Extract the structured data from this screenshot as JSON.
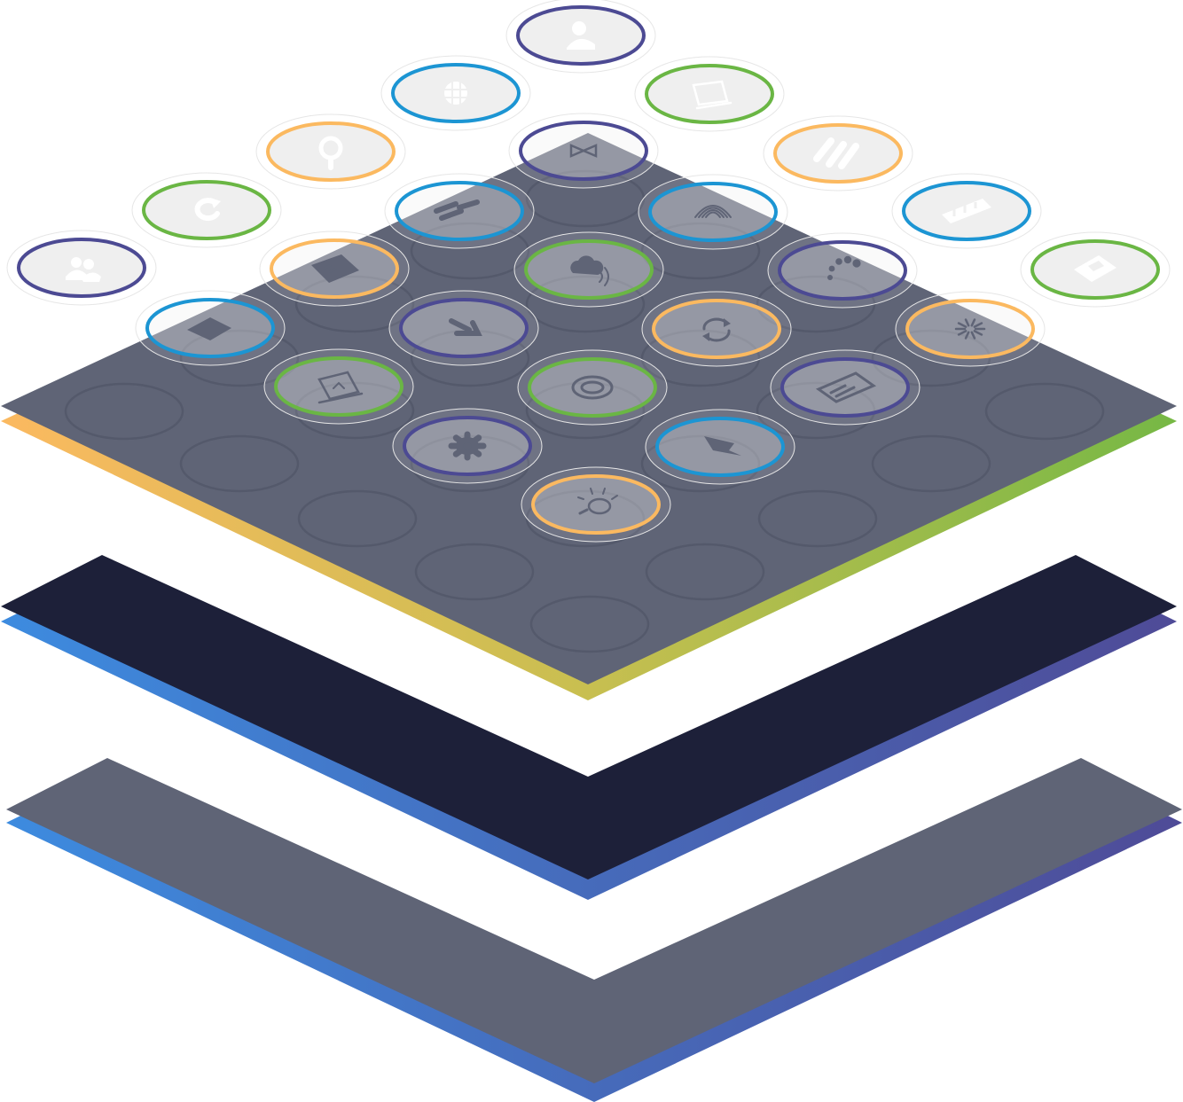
{
  "colors": {
    "plate": "#5f6476",
    "plate_dark": "#1d2039",
    "edge_orange": "#fbb960",
    "edge_green": "#76b845",
    "edge_olive": "#c8bf50",
    "edge_blue": "#3d8bdf",
    "edge_purple": "#4f4b97",
    "chip_fill": "#efefef",
    "chip_icon": "#ffffff",
    "ghost": "#54596b",
    "ring_purple": "#4c4a93",
    "ring_blue": "#1c95d3",
    "ring_green": "#6ab644",
    "ring_orange": "#fbb960"
  },
  "layers": [
    {
      "name": "icon-grid-plate",
      "fill": "plate",
      "edge_left": "edge_orange",
      "edge_right": "edge_green"
    },
    {
      "name": "middle-chevron-layer",
      "fill": "plate_dark",
      "edge_left": "edge_blue",
      "edge_right": "edge_purple"
    },
    {
      "name": "bottom-chevron-layer",
      "fill": "plate",
      "edge_left": "edge_blue",
      "edge_right": "edge_purple"
    }
  ],
  "chips": [
    {
      "icon": "user-icon",
      "ring": "purple",
      "over_plate": false
    },
    {
      "icon": "globe-icon",
      "ring": "blue",
      "over_plate": false
    },
    {
      "icon": "monitor-icon",
      "ring": "green",
      "over_plate": false
    },
    {
      "icon": "magnifier-icon",
      "ring": "orange",
      "over_plate": false
    },
    {
      "icon": "tie-icon",
      "ring": "purple",
      "over_plate": true
    },
    {
      "icon": "bars-icon",
      "ring": "orange",
      "over_plate": false
    },
    {
      "icon": "refresh-arrow-icon",
      "ring": "green",
      "over_plate": false
    },
    {
      "icon": "lines-icon",
      "ring": "blue",
      "over_plate": true
    },
    {
      "icon": "fingerprint-icon",
      "ring": "blue",
      "over_plate": true
    },
    {
      "icon": "chart-icon",
      "ring": "blue",
      "over_plate": false
    },
    {
      "icon": "users-icon",
      "ring": "purple",
      "over_plate": false
    },
    {
      "icon": "wallet-icon",
      "ring": "orange",
      "over_plate": true
    },
    {
      "icon": "cloud-wifi-icon",
      "ring": "green",
      "over_plate": true
    },
    {
      "icon": "loader-dots-icon",
      "ring": "purple",
      "over_plate": true
    },
    {
      "icon": "id-card-icon",
      "ring": "green",
      "over_plate": false
    },
    {
      "icon": "folder-icon",
      "ring": "blue",
      "over_plate": true
    },
    {
      "icon": "arrow-down-right-icon",
      "ring": "purple",
      "over_plate": true
    },
    {
      "icon": "sync-icon",
      "ring": "orange",
      "over_plate": true
    },
    {
      "icon": "spinner-icon",
      "ring": "orange",
      "over_plate": true
    },
    {
      "icon": "image-icon",
      "ring": "green",
      "over_plate": true
    },
    {
      "icon": "target-icon",
      "ring": "green",
      "over_plate": true
    },
    {
      "icon": "credit-card-icon",
      "ring": "purple",
      "over_plate": true
    },
    {
      "icon": "gear-icon",
      "ring": "purple",
      "over_plate": true
    },
    {
      "icon": "flag-icon",
      "ring": "blue",
      "over_plate": true
    },
    {
      "icon": "lightbulb-icon",
      "ring": "orange",
      "over_plate": true
    }
  ]
}
